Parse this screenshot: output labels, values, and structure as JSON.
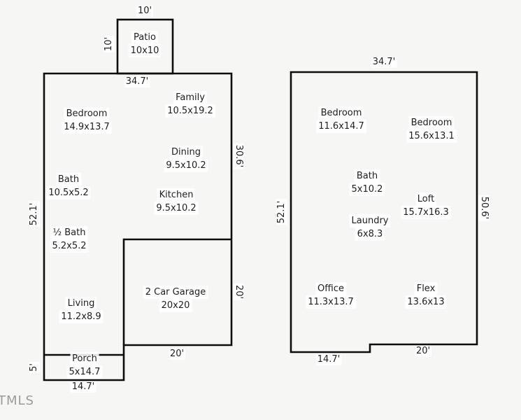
{
  "watermark": "TMLS",
  "left_plan": {
    "rooms": {
      "patio": {
        "name": "Patio",
        "dims": "10x10"
      },
      "bedroom": {
        "name": "Bedroom",
        "dims": "14.9x13.7"
      },
      "family": {
        "name": "Family",
        "dims": "10.5x19.2"
      },
      "dining": {
        "name": "Dining",
        "dims": "9.5x10.2"
      },
      "bath": {
        "name": "Bath",
        "dims": "10.5x5.2"
      },
      "kitchen": {
        "name": "Kitchen",
        "dims": "9.5x10.2"
      },
      "half_bath": {
        "name": "½ Bath",
        "dims": "5.2x5.2"
      },
      "living": {
        "name": "Living",
        "dims": "11.2x8.9"
      },
      "garage": {
        "name": "2 Car Garage",
        "dims": "20x20"
      },
      "porch": {
        "name": "Porch",
        "dims": "5x14.7"
      }
    },
    "dims": {
      "patio_top": "10'",
      "patio_left": "10'",
      "top": "34.7'",
      "right_upper": "30.6'",
      "left": "52.1'",
      "garage_right": "20'",
      "garage_bottom": "20'",
      "porch_left": "5'",
      "porch_bottom": "14.7'"
    }
  },
  "right_plan": {
    "rooms": {
      "bedroom_1": {
        "name": "Bedroom",
        "dims": "11.6x14.7"
      },
      "bedroom_2": {
        "name": "Bedroom",
        "dims": "15.6x13.1"
      },
      "bath": {
        "name": "Bath",
        "dims": "5x10.2"
      },
      "loft": {
        "name": "Loft",
        "dims": "15.7x16.3"
      },
      "laundry": {
        "name": "Laundry",
        "dims": "6x8.3"
      },
      "office": {
        "name": "Office",
        "dims": "11.3x13.7"
      },
      "flex": {
        "name": "Flex",
        "dims": "13.6x13"
      }
    },
    "dims": {
      "top": "34.7'",
      "left": "52.1'",
      "right": "50.6'",
      "bottom_left": "14.7'",
      "bottom_right": "20'"
    }
  }
}
